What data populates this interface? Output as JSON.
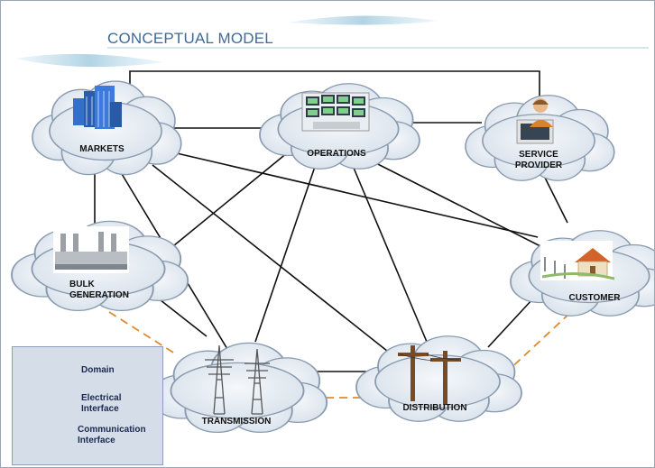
{
  "title": "CONCEPTUAL MODEL",
  "nodes": {
    "markets": "MARKETS",
    "operations": "OPERATIONS",
    "service_provider": "SERVICE PROVIDER",
    "bulk_generation": "BULK GENERATION",
    "customer": "CUSTOMER",
    "transmission": "TRANSMISSION",
    "distribution": "DISTRIBUTION"
  },
  "legend": {
    "domain": "Domain",
    "electrical": "Electrical Interface",
    "communication": "Communication Interface"
  },
  "colors": {
    "communication": "#111111",
    "electrical": "#e0892f",
    "title": "#3d6a9a",
    "cloud": "#e4ebf3"
  }
}
